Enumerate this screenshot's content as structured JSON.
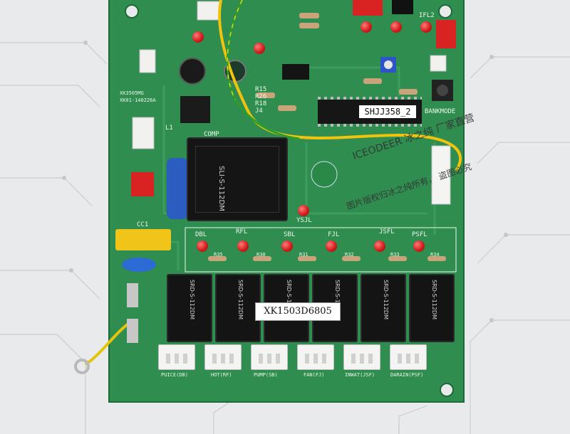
{
  "board": {
    "ic_label": "SHJJ358_2",
    "sticker": "XK1503D6805",
    "main_relay_text": "SLI-S-112DM",
    "relay_text": "SRD-S-112DM",
    "board_id": "XK3505MG",
    "board_rev": "XK01-140226A",
    "silkscreen_top": [
      "COMP",
      "CC1",
      "L1",
      "J4",
      "R15",
      "R26",
      "R18",
      "YSJL",
      "BANKMODE",
      "IFL2"
    ],
    "leds_row": [
      "DBL",
      "RFL",
      "SBL",
      "FJL",
      "JSFL",
      "PSFL"
    ],
    "resistors_row": [
      "R35",
      "R30",
      "R31",
      "R32",
      "R33",
      "R34"
    ],
    "connectors": [
      "PUICE(DB)",
      "HOT(RF)",
      "PUMP(SB)",
      "FAN(FJ)",
      "INWAT(JSF)",
      "DARAIN(PSF)"
    ]
  },
  "watermark": {
    "line1": "ICEODEER 冰之纯 厂家直营",
    "line2": "图片版权归冰之纯所有， 盗图必究"
  },
  "colors": {
    "pcb": "#2f8d50",
    "led": "#d41e1e",
    "relay": "#141414"
  }
}
